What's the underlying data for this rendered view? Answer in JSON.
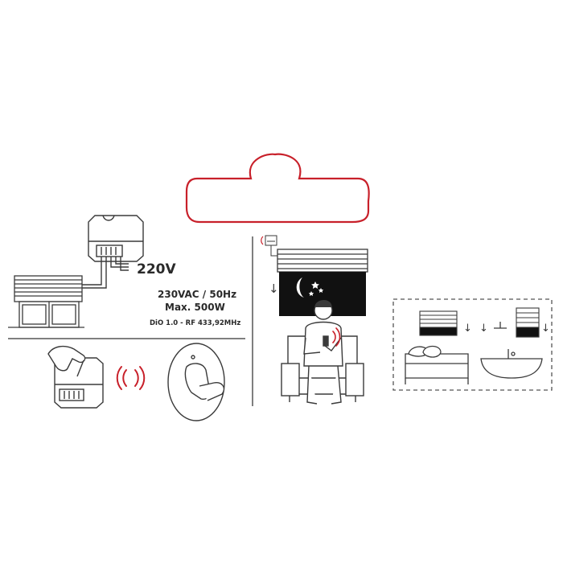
{
  "labels": {
    "voltage_in": "220V",
    "spec_power": "230VAC / 50Hz",
    "spec_max": "Max. 500W",
    "spec_protocol": "DiO 1.0 - RF 433,92MHz"
  },
  "colors": {
    "accent": "#c8202a",
    "line": "#3a3a3a",
    "night_panel": "#111111"
  },
  "icons": {
    "cloud": "cloud-outline-icon",
    "module": "micro-module-icon",
    "shutter": "roller-shutter-icon",
    "radio_waves": "radio-waves-icon",
    "remote": "wall-remote-icon",
    "person": "person-in-armchair-icon",
    "bed": "bed-icon",
    "sink": "sink-icon",
    "moon": "moon-icon",
    "stars": "stars-icon",
    "down_arrow": "down-arrow-icon"
  }
}
